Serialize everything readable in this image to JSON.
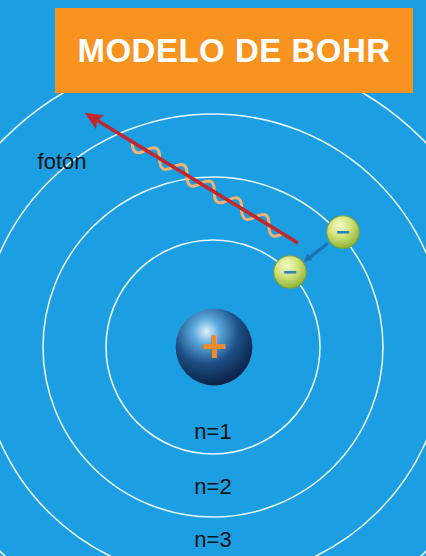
{
  "diagram": {
    "title": "MODELO DE BOHR",
    "nodes": [
      {
        "text": [
          "−"
        ]
      },
      {
        "text": [
          "−"
        ]
      },
      {
        "text": [
          "+"
        ]
      }
    ],
    "edges": [
      {
        "from": 0,
        "to": 1,
        "arrow": "to"
      }
    ],
    "labels": [
      "fotón",
      "n=1",
      "n=2",
      "n=3"
    ]
  }
}
